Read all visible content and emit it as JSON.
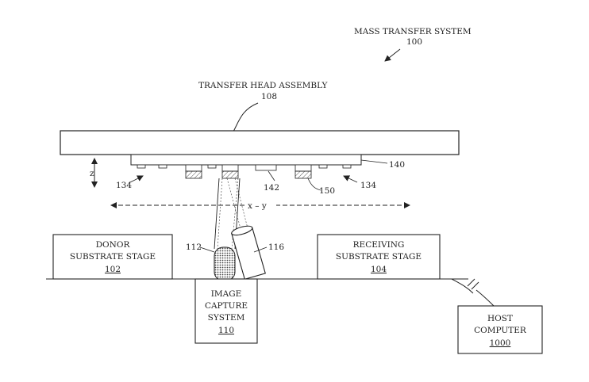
{
  "title": {
    "name": "MASS TRANSFER SYSTEM",
    "ref": "100"
  },
  "transfer_head": {
    "name": "TRANSFER HEAD ASSEMBLY",
    "ref": "108"
  },
  "refs": {
    "r140": "140",
    "r142": "142",
    "r150": "150",
    "r134_left": "134",
    "r134_right": "134",
    "r112": "112",
    "r116": "116"
  },
  "axes": {
    "z": "z",
    "xy": "x – y"
  },
  "donor_stage": {
    "line1": "DONOR",
    "line2": "SUBSTRATE STAGE",
    "ref": "102"
  },
  "receiving_stage": {
    "line1": "RECEIVING",
    "line2": "SUBSTRATE STAGE",
    "ref": "104"
  },
  "image_capture": {
    "line1": "IMAGE",
    "line2": "CAPTURE",
    "line3": "SYSTEM",
    "ref": "110"
  },
  "host_computer": {
    "line1": "HOST",
    "line2": "COMPUTER",
    "ref": "1000"
  }
}
